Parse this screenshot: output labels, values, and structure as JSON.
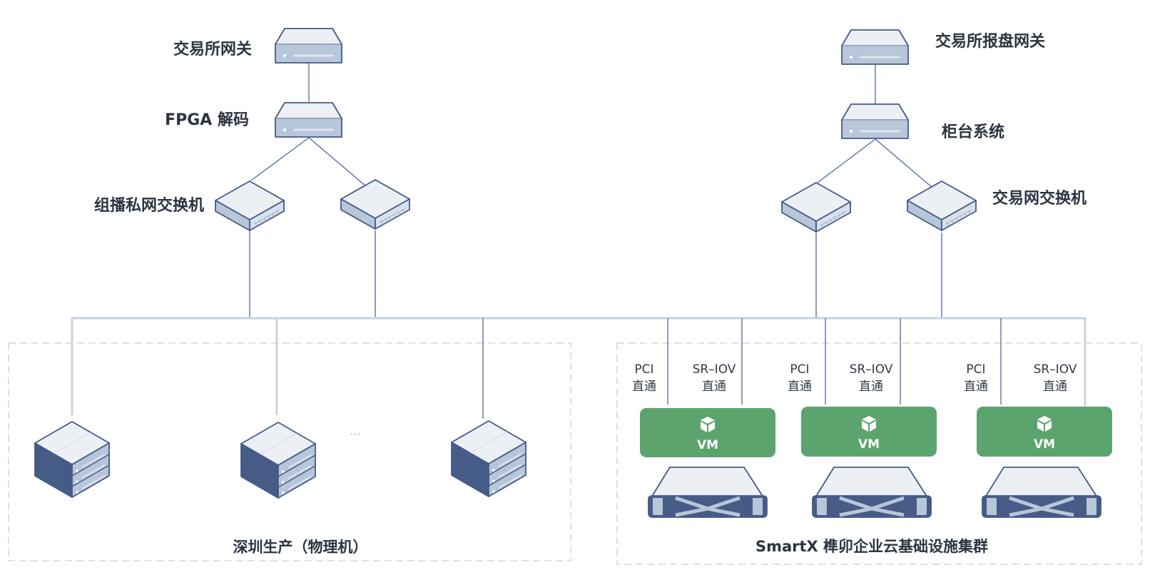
{
  "diagram": {
    "nodes": {
      "exchange_gateway": "交易所网关",
      "fpga_decode": "FPGA 解码",
      "multicast_switch": "组播私网交换机",
      "exchange_report_gateway": "交易所报盘网关",
      "counter_system": "柜台系统",
      "trading_switch": "交易网交换机"
    },
    "groups": {
      "left": {
        "label": "深圳生产（物理机）",
        "ellipsis": "···"
      },
      "right": {
        "label": "SmartX 榫卯企业云基础设施集群"
      }
    },
    "passthrough": {
      "pci_line1": "PCI",
      "pci_line2": "直通",
      "sriov_line1": "SR–IOV",
      "sriov_line2": "直通"
    },
    "vm_label": "VM",
    "icons": {
      "gateway": "server-1u-icon",
      "switch": "network-switch-icon",
      "physical": "server-stack-icon",
      "vm": "cube-icon",
      "hyperconverged": "server-2u-icon"
    },
    "colors": {
      "vm_green": "#5ba46d",
      "link_blue": "#4a6aa5",
      "bus_gray": "#c8d2e1",
      "text_dark": "#2d3440"
    }
  }
}
